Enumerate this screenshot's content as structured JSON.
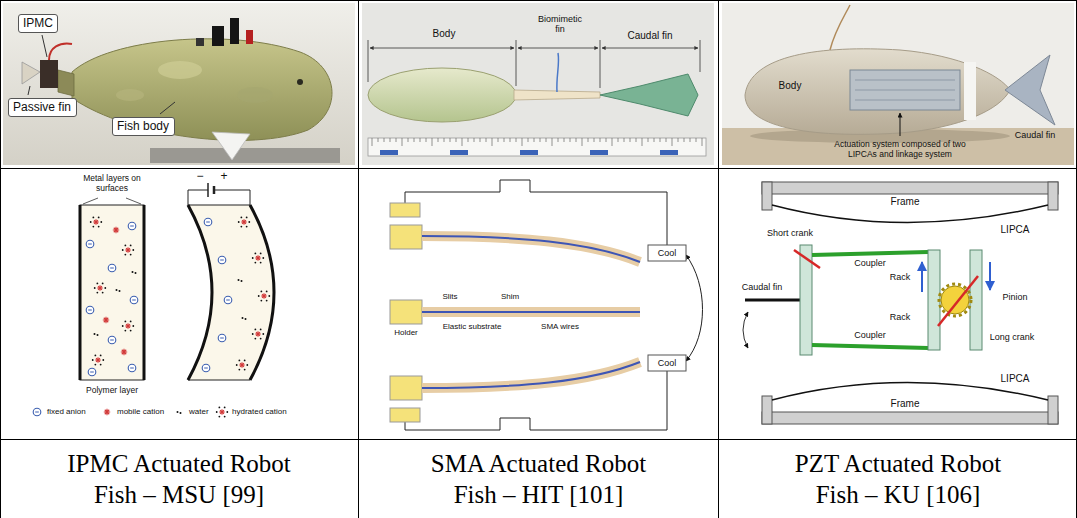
{
  "diagram": {
    "nodes": [
      {
        "text": [
          "IPMC"
        ]
      },
      {
        "text": [
          "Passive fin"
        ]
      },
      {
        "text": [
          "Fish body"
        ]
      },
      {
        "text": [
          "IPMC Actuated Robot Fish – MSU [99]"
        ]
      },
      {
        "text": [
          "SMA Actuated Robot Fish – HIT [101]"
        ]
      },
      {
        "text": [
          "PZT Actuated Robot Fish – KU [106]"
        ]
      }
    ],
    "labels": [
      "Body",
      "Biomimetic fin",
      "Caudal fin",
      "Body",
      "Caudal fin",
      "Actuation system composed of two LIPCAs and linkage system",
      "Metal layers on surfaces",
      "−",
      "+",
      "Polymer layer",
      "Slits",
      "Shim",
      "Holder",
      "Elastic substrate",
      "SMA wires",
      "Cool",
      "Cool",
      "Frame",
      "Short crank",
      "LIPCA",
      "Caudal fin",
      "Coupler",
      "Rack",
      "Pinion",
      "Rack",
      "Long crank",
      "Coupler",
      "Frame",
      "LIPCA"
    ],
    "legend": [
      {
        "text": "fixed anion"
      },
      {
        "text": "mobile cation"
      },
      {
        "text": "water"
      },
      {
        "text": "hydrated cation"
      }
    ]
  }
}
